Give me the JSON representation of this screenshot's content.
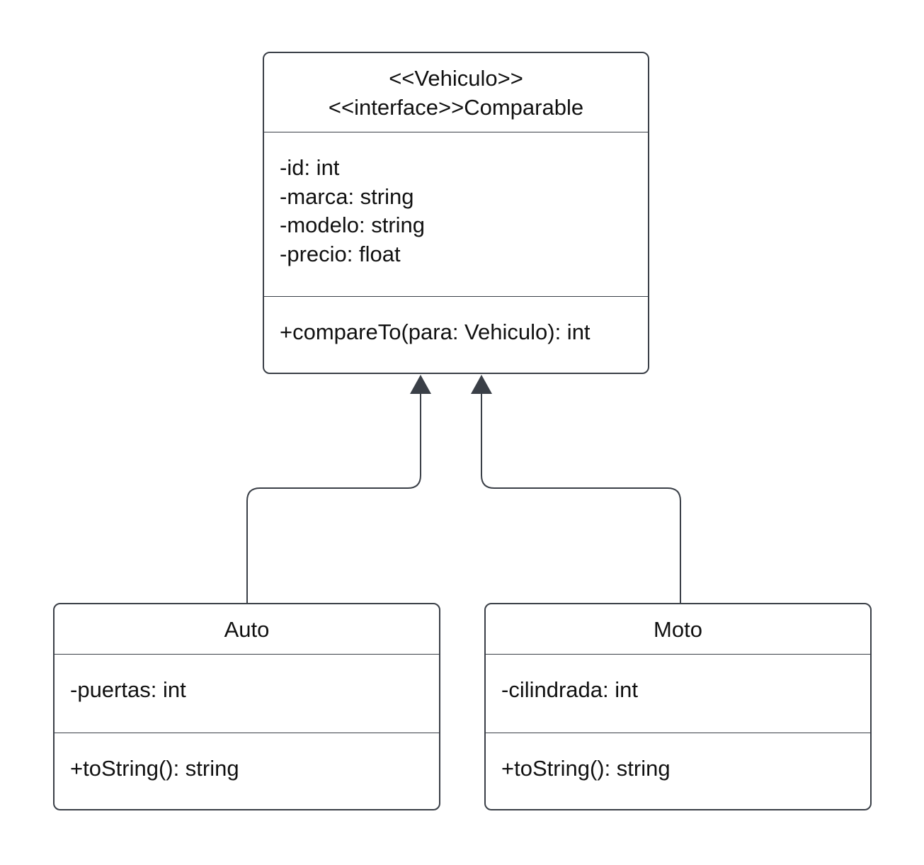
{
  "diagram": {
    "colors": {
      "stroke": "#3a3f47",
      "arrowhead": "#3a3f47",
      "background": "#ffffff",
      "text": "#111111"
    },
    "classes": {
      "vehiculo": {
        "header": [
          "<<Vehiculo>>",
          "<<interface>>Comparable"
        ],
        "attributes": [
          "-id: int",
          "-marca: string",
          "-modelo: string",
          "-precio: float"
        ],
        "operations": [
          "+compareTo(para: Vehiculo): int"
        ]
      },
      "auto": {
        "header": [
          "Auto"
        ],
        "attributes": [
          "-puertas: int"
        ],
        "operations": [
          "+toString(): string"
        ]
      },
      "moto": {
        "header": [
          "Moto"
        ],
        "attributes": [
          "-cilindrada: int"
        ],
        "operations": [
          "+toString(): string"
        ]
      }
    },
    "relationships": [
      {
        "type": "generalization",
        "from": "Auto",
        "to": "Vehiculo"
      },
      {
        "type": "generalization",
        "from": "Moto",
        "to": "Vehiculo"
      }
    ]
  }
}
